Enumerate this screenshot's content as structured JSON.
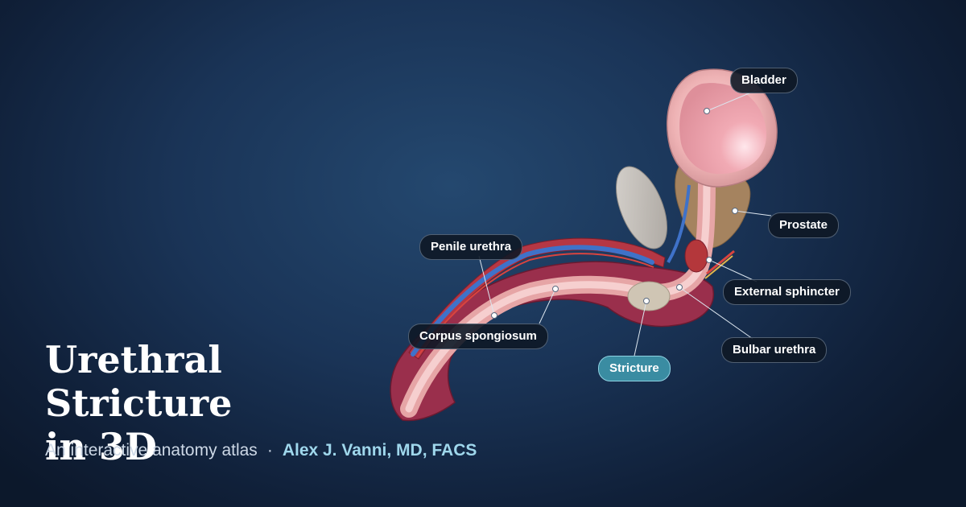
{
  "title_line1": "Urethral Stricture",
  "title_line2": "in 3D",
  "subtitle": "An interactive anatomy atlas",
  "separator": "·",
  "author": "Alex J. Vanni, MD, FACS",
  "labels": {
    "bladder": "Bladder",
    "prostate": "Prostate",
    "penile_urethra": "Penile urethra",
    "external_sphincter": "External sphincter",
    "corpus_spongiosum": "Corpus spongiosum",
    "bulbar_urethra": "Bulbar urethra",
    "stricture": "Stricture"
  },
  "colors": {
    "stricture_highlight": "#3a8ca2",
    "author_text": "#9fd7ec",
    "urethra": "#f0b8b8",
    "spongiosum": "#9a2f4c",
    "prostate": "#a5835f",
    "vessel_blue": "#3f72c9"
  }
}
